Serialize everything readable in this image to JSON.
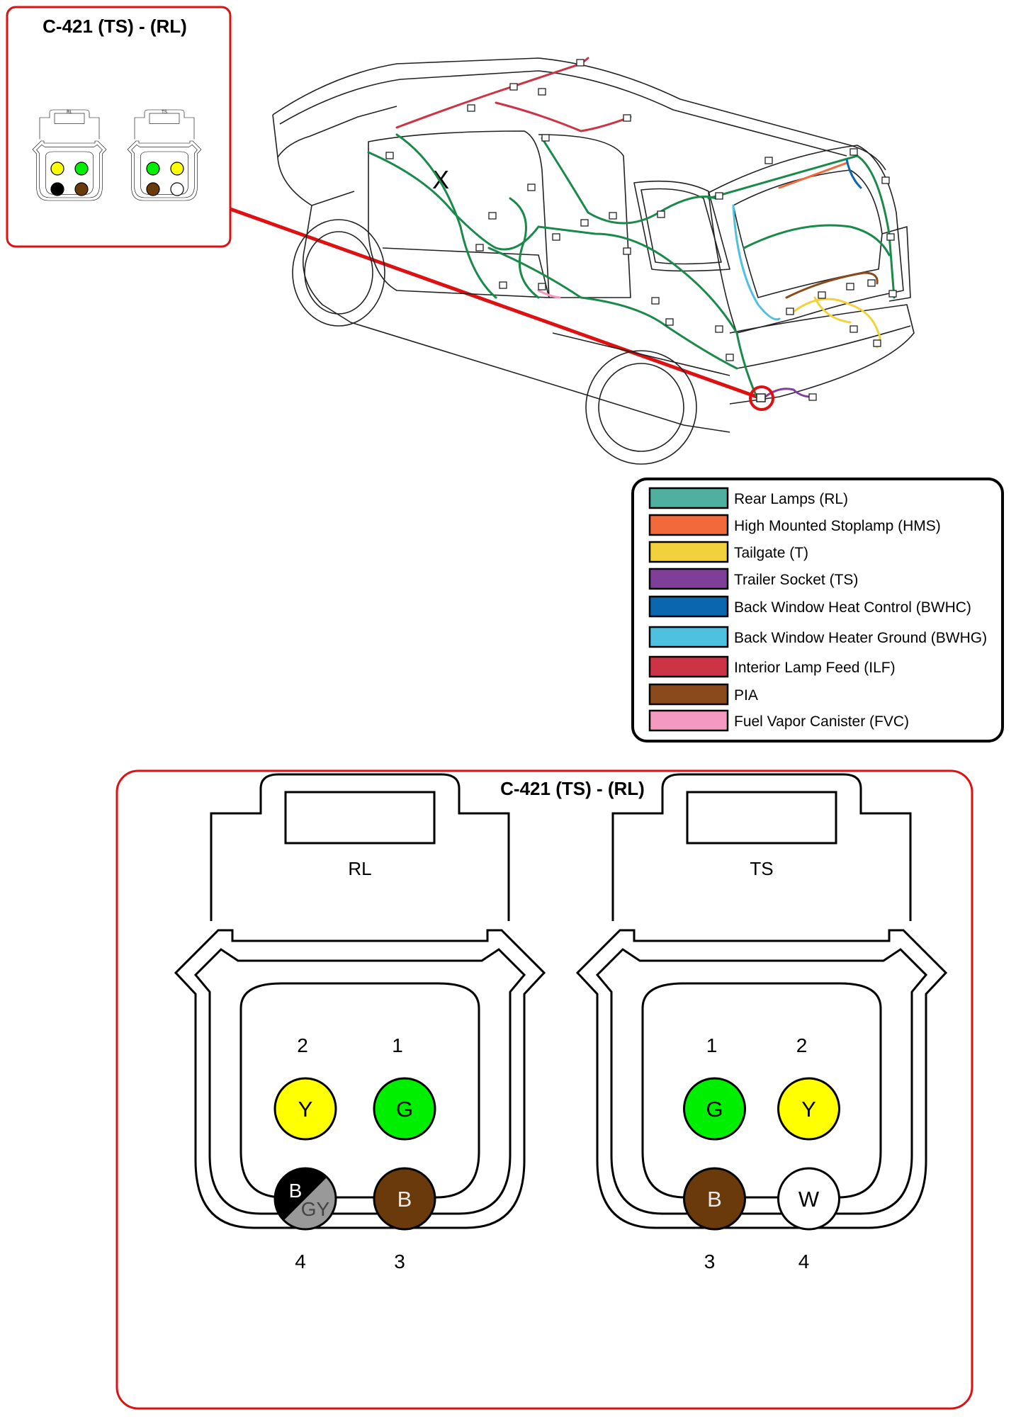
{
  "inset": {
    "title": "C-421 (TS) - (RL)",
    "rl_label": "RL",
    "ts_label": "TS"
  },
  "vehicle": {
    "marker": "X"
  },
  "legend": {
    "items": [
      {
        "label": "Rear Lamps (RL)",
        "color": "#4fb0a0"
      },
      {
        "label": "High Mounted Stoplamp (HMS)",
        "color": "#f26a3c"
      },
      {
        "label": "Tailgate (T)",
        "color": "#f2d23c"
      },
      {
        "label": "Trailer Socket  (TS)",
        "color": "#7f3f98"
      },
      {
        "label": "Back Window Heat Control (BWHC)",
        "color": "#0b66b0"
      },
      {
        "label": "Back Window Heater Ground (BWHG)",
        "color": "#4fc1e0"
      },
      {
        "label": "Interior Lamp Feed (ILF)",
        "color": "#cc3344"
      },
      {
        "label": "PIA",
        "color": "#8b4a1c"
      },
      {
        "label": "Fuel Vapor Canister (FVC)",
        "color": "#f49ac1"
      }
    ]
  },
  "detail": {
    "title": "C-421 (TS) - (RL)",
    "connectors": [
      {
        "label": "RL",
        "pins": [
          {
            "num": "2",
            "code": "Y",
            "fill": "#ffff00"
          },
          {
            "num": "1",
            "code": "G",
            "fill": "#00ee00"
          },
          {
            "num": "4",
            "code": "B",
            "code2": "GY",
            "fill": "#000000",
            "fill2": "#999999"
          },
          {
            "num": "3",
            "code": "B",
            "fill": "#6b3a0a"
          }
        ]
      },
      {
        "label": "TS",
        "pins": [
          {
            "num": "1",
            "code": "G",
            "fill": "#00ee00"
          },
          {
            "num": "2",
            "code": "Y",
            "fill": "#ffff00"
          },
          {
            "num": "3",
            "code": "B",
            "fill": "#6b3a0a"
          },
          {
            "num": "4",
            "code": "W",
            "fill": "#ffffff"
          }
        ]
      }
    ]
  }
}
